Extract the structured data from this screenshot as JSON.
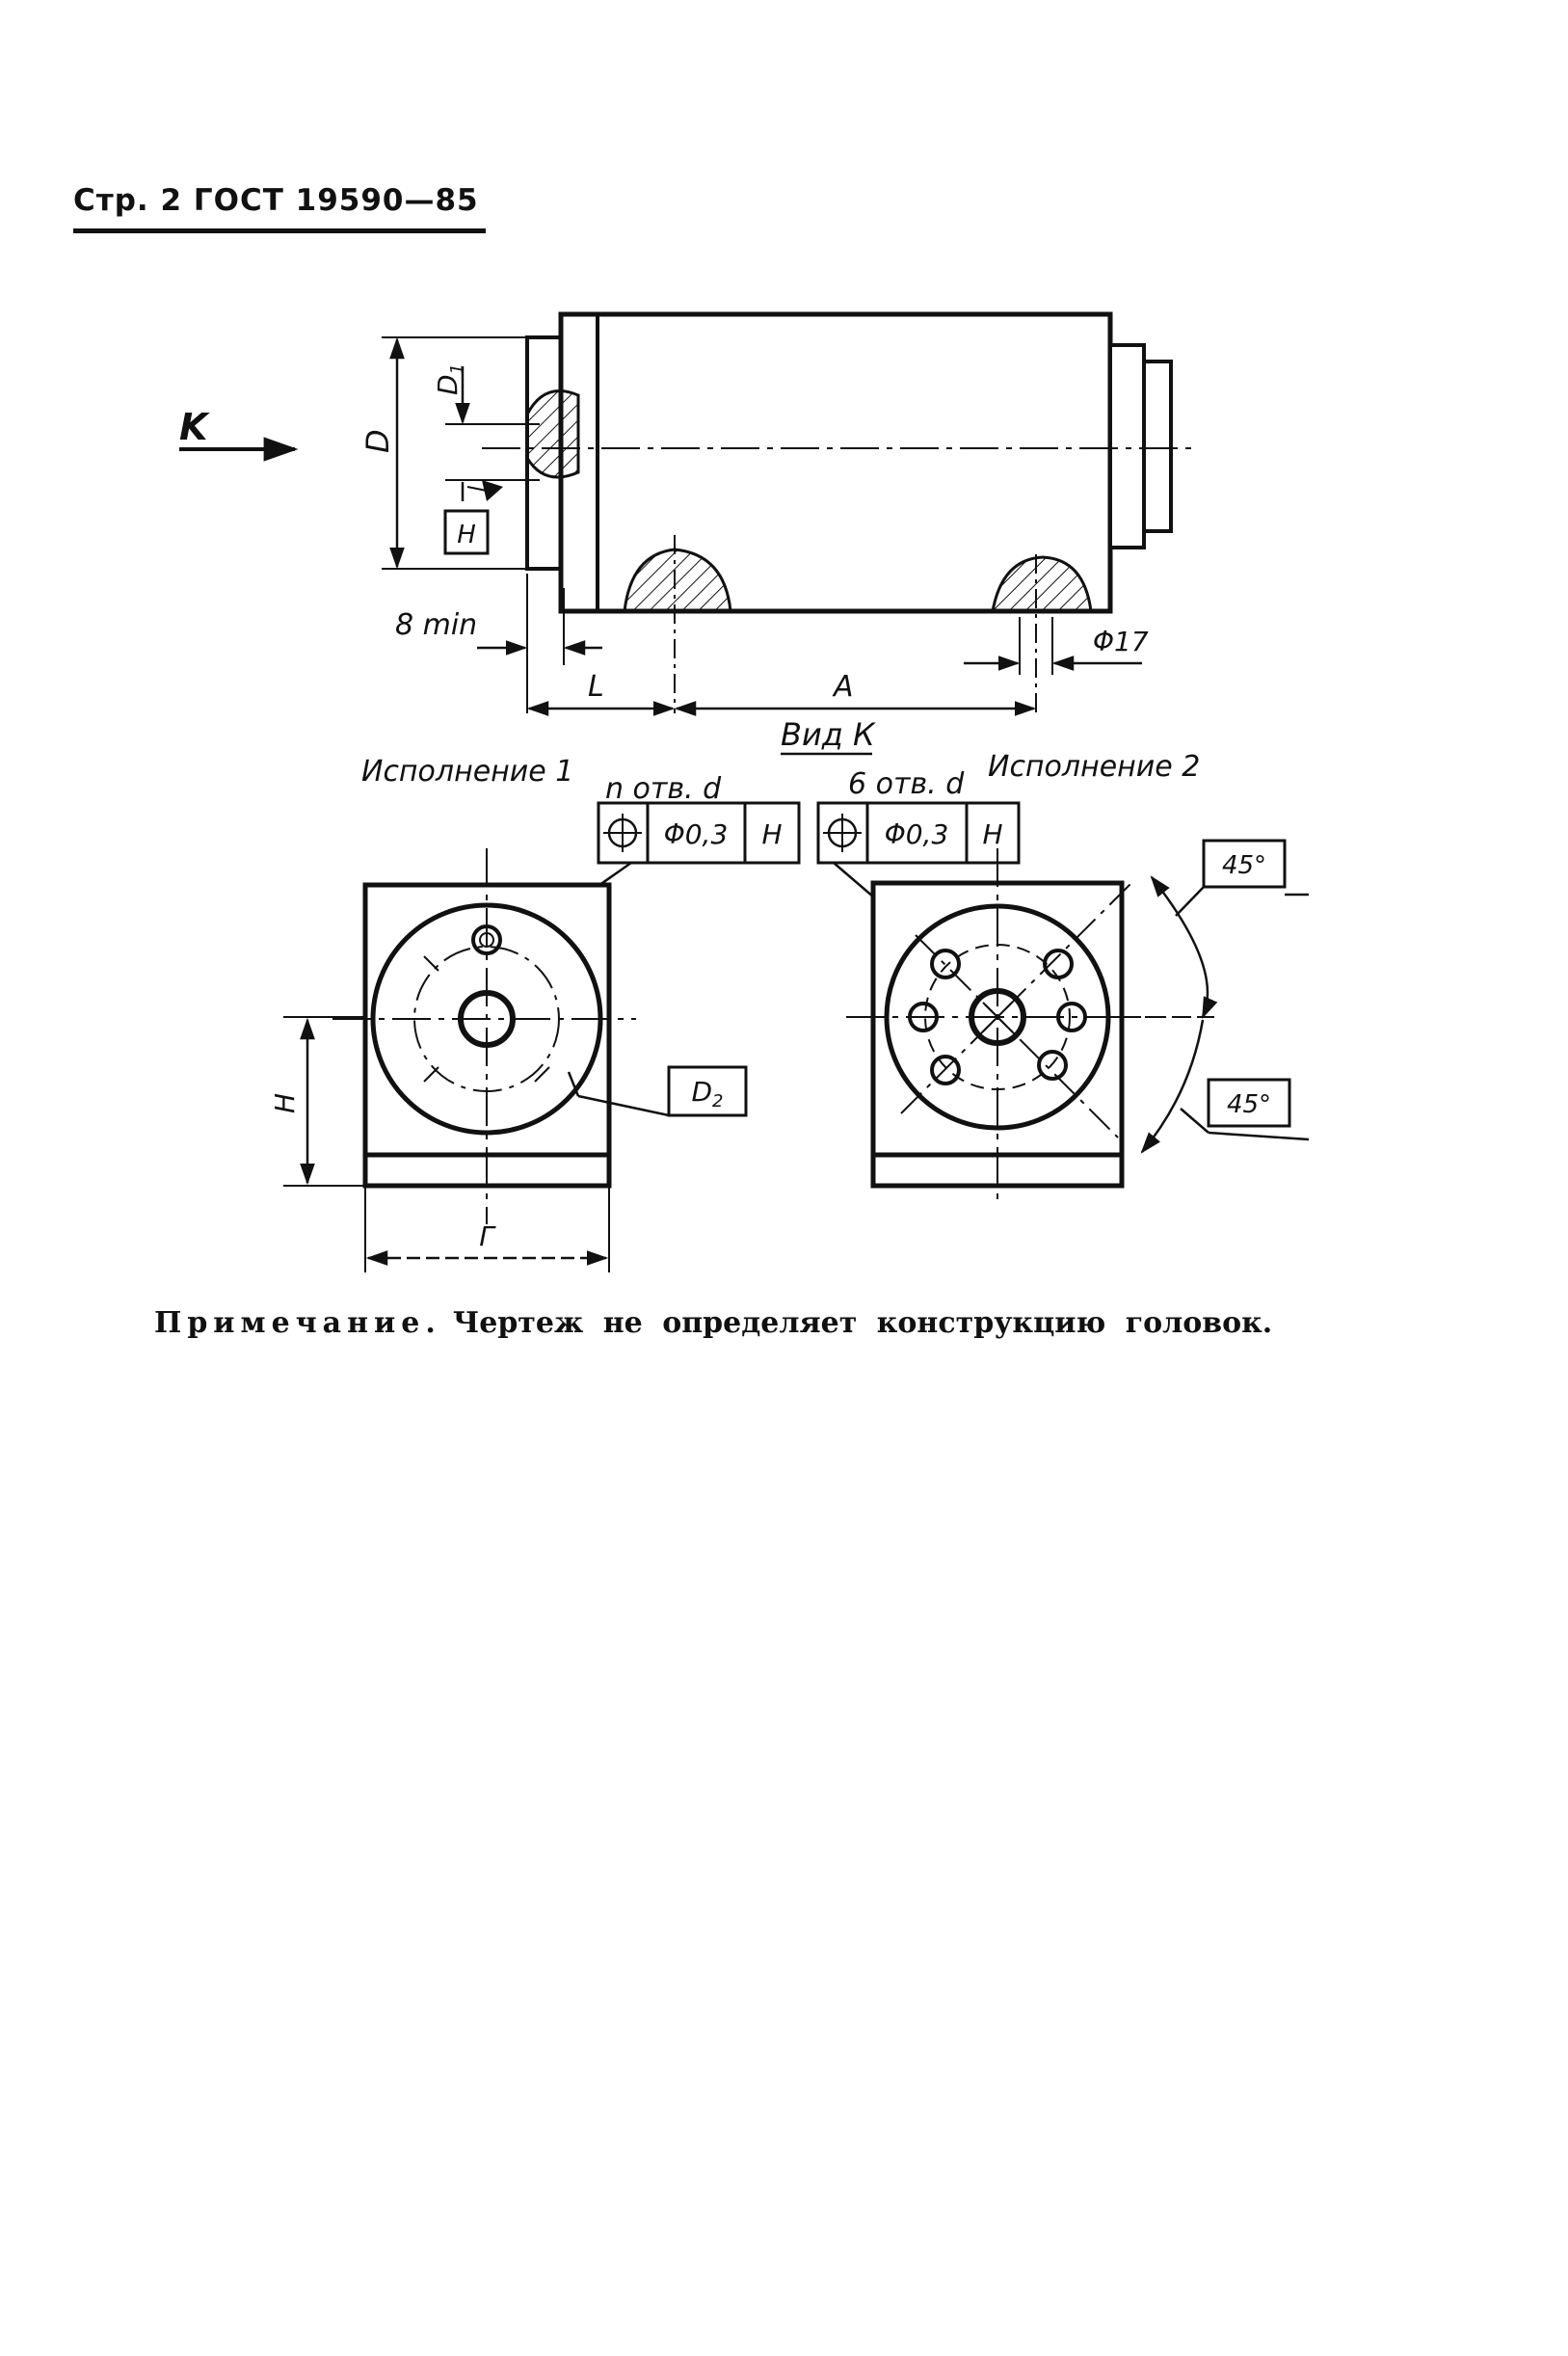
{
  "header": "Стр. 2 ГОСТ 19590—85",
  "drawing": {
    "view_arrow": "K",
    "dims": {
      "D": "D",
      "D1": "D",
      "D1_sub": "1",
      "datum_H": "H",
      "b_min": "8 min",
      "L": "L",
      "A": "A",
      "phi17": "Φ17",
      "H": "H",
      "B": "Г"
    },
    "view_title": "Вид К",
    "variant_1": "Исполнение 1",
    "variant_2": "Исполнение 2",
    "holes_1": "n отв. d",
    "holes_2": "6 отв. d",
    "tolerance_1": {
      "value": "Φ0,3",
      "datum": "H"
    },
    "tolerance_2": {
      "value": "Φ0,3",
      "datum": "H"
    },
    "D2": "D",
    "D2_sub": "2",
    "angle_top": "45°",
    "angle_bottom": "45°"
  },
  "note": {
    "label": "Примечание.",
    "text": "Чертеж не определяет конструкцию головок."
  }
}
